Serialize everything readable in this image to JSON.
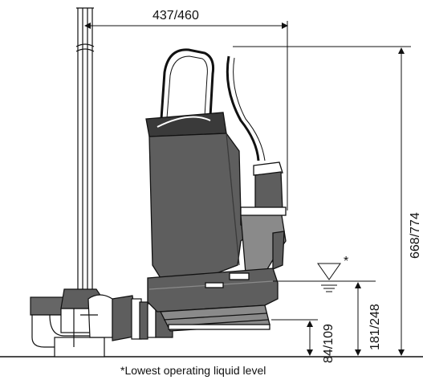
{
  "dimensions": {
    "width_label": "437/460",
    "height_label": "668/774",
    "level_label": "181/248",
    "base_label": "84/109"
  },
  "marker_symbol": "*",
  "caption": "*Lowest operating liquid level",
  "colors": {
    "line": "#111111",
    "pump_fill": "#5e5e5e",
    "pump_dark": "#3a3a3a",
    "pump_light": "#8a8a8a",
    "background": "#ffffff"
  }
}
